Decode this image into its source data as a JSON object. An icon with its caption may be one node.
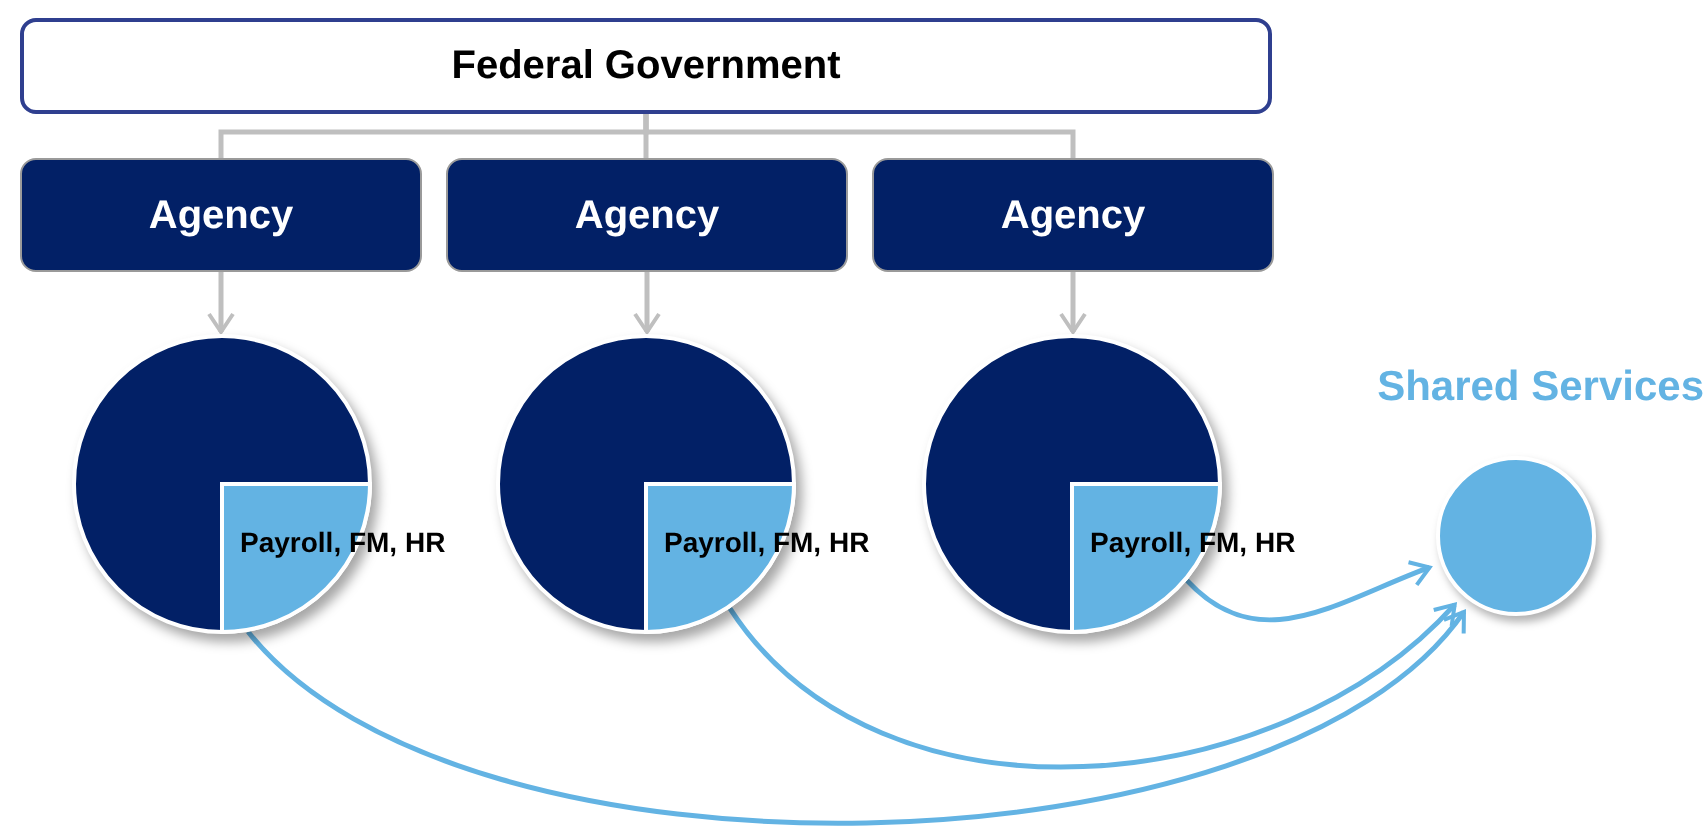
{
  "diagram": {
    "nodes": [
      {
        "text": [
          "Federal Government"
        ]
      },
      {
        "text": [
          "Agency"
        ]
      },
      {
        "text": [
          "Agency"
        ]
      },
      {
        "text": [
          "Agency"
        ]
      },
      {
        "text": [
          "Payroll, FM, HR"
        ]
      },
      {
        "text": [
          "Payroll, FM, HR"
        ]
      },
      {
        "text": [
          "Payroll, FM, HR"
        ]
      },
      {
        "text": [
          "Shared Services"
        ]
      }
    ],
    "edges": [
      {
        "from": 0,
        "to": 1,
        "arrow": "none"
      },
      {
        "from": 0,
        "to": 2,
        "arrow": "none"
      },
      {
        "from": 0,
        "to": 3,
        "arrow": "none"
      },
      {
        "from": 1,
        "to": 4,
        "arrow": "to"
      },
      {
        "from": 2,
        "to": 5,
        "arrow": "to"
      },
      {
        "from": 3,
        "to": 6,
        "arrow": "to"
      },
      {
        "from": 4,
        "to": 7,
        "arrow": "to",
        "color": "#63b3e3"
      },
      {
        "from": 5,
        "to": 7,
        "arrow": "to",
        "color": "#63b3e3"
      },
      {
        "from": 6,
        "to": 7,
        "arrow": "to",
        "color": "#63b3e3"
      }
    ]
  }
}
